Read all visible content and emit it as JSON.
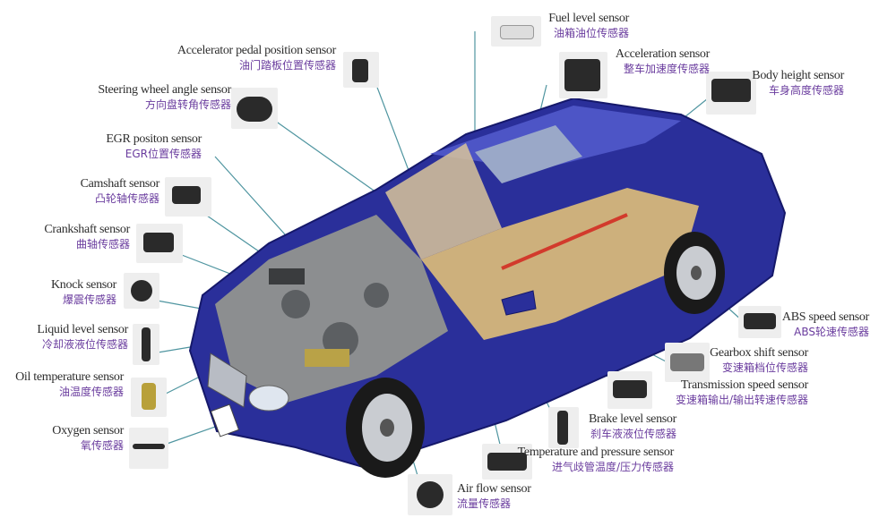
{
  "colors": {
    "car_body": "#2a2f9a",
    "english_text": "#2e2e2e",
    "chinese_text": "#6a3c9e",
    "leader_line": "#4f95a0"
  },
  "sensors": [
    {
      "en": "Fuel level sensor",
      "zh": "油箱油位传感器"
    },
    {
      "en": "Accelerator pedal position sensor",
      "zh": "油门踏板位置传感器"
    },
    {
      "en": "Acceleration sensor",
      "zh": "整车加速度传感器"
    },
    {
      "en": "Body height sensor",
      "zh": "车身高度传感器"
    },
    {
      "en": "Steering wheel angle sensor",
      "zh": "方向盘转角传感器"
    },
    {
      "en": "EGR positon sensor",
      "zh": "EGR位置传感器"
    },
    {
      "en": "Camshaft sensor",
      "zh": "凸轮轴传感器"
    },
    {
      "en": "Crankshaft sensor",
      "zh": "曲轴传感器"
    },
    {
      "en": "Knock sensor",
      "zh": "爆震传感器"
    },
    {
      "en": "Liquid level sensor",
      "zh": "冷却液液位传感器"
    },
    {
      "en": "Oil temperature sensor",
      "zh": "油温度传感器"
    },
    {
      "en": "Oxygen sensor",
      "zh": "氧传感器"
    },
    {
      "en": "Air flow sensor",
      "zh": "流量传感器"
    },
    {
      "en": "Temperature and pressure sensor",
      "zh": "进气歧管温度/压力传感器"
    },
    {
      "en": "Brake level sensor",
      "zh": "刹车液液位传感器"
    },
    {
      "en": "Transmission speed sensor",
      "zh": "变速箱输出/输出转速传感器"
    },
    {
      "en": "Gearbox shift sensor",
      "zh": "变速箱档位传感器"
    },
    {
      "en": "ABS speed sensor",
      "zh": "ABS轮速传感器"
    }
  ]
}
